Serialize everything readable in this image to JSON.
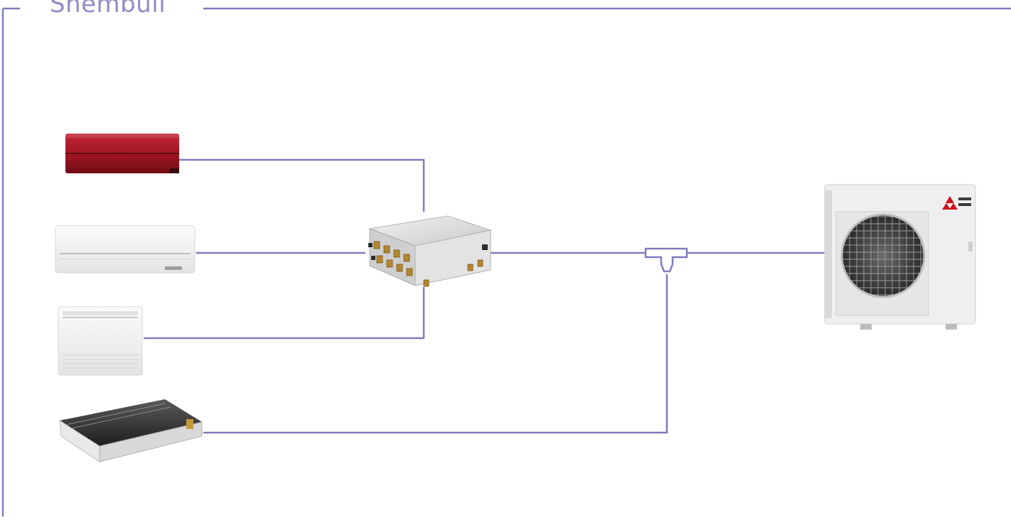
{
  "frame": {
    "title": "Shembull"
  },
  "colors": {
    "line": "#7f7bbd",
    "title": "#8f8cc4"
  },
  "units": [
    {
      "name": "indoor-wall-unit-red",
      "color": "#9b1520"
    },
    {
      "name": "indoor-wall-unit-white",
      "color": "#f1f1f1"
    },
    {
      "name": "indoor-floor-console-unit",
      "color": "#eeeeee"
    },
    {
      "name": "indoor-ducted-unit",
      "color": "#3a3a3a"
    },
    {
      "name": "branch-box",
      "color": "#dcdcdc"
    },
    {
      "name": "refnet-joint",
      "color": "#ffffff"
    },
    {
      "name": "outdoor-unit",
      "color": "#eaeaea"
    }
  ]
}
